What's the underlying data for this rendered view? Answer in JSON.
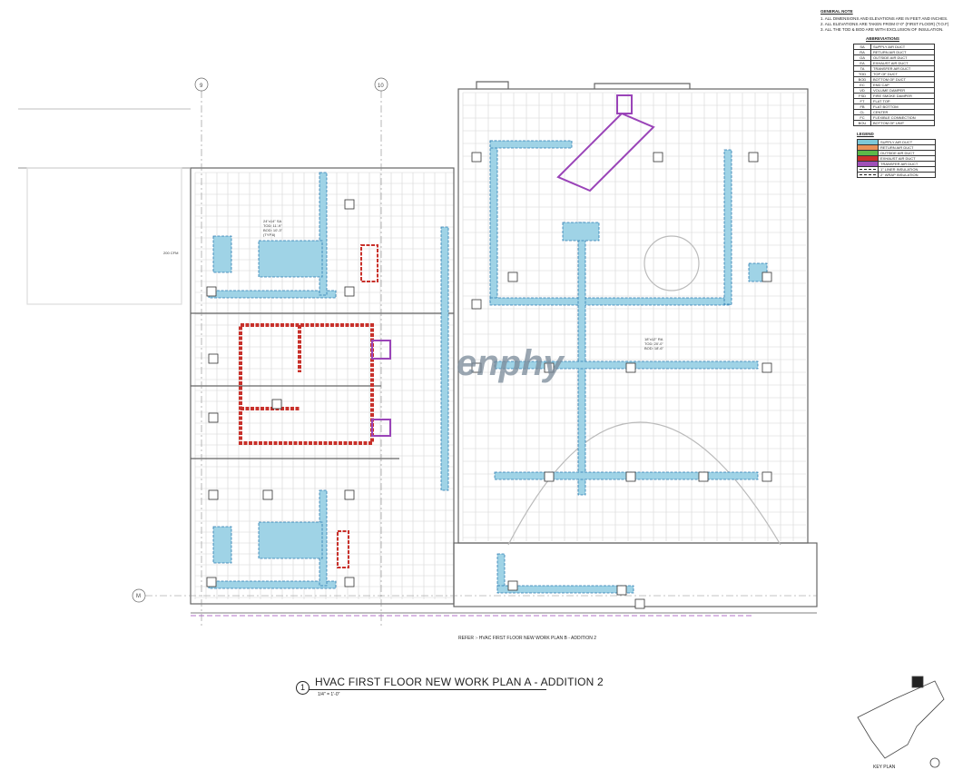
{
  "general_notes": {
    "heading": "GENERAL NOTE",
    "items": [
      "1. ALL DIMENSIONS AND ELEVATIONS ARE IN FEET AND INCHES.",
      "2. ALL ELEVATIONS ARE TAKEN FROM 0'-0\" (FIRST FLOOR) (T.O.F)",
      "3. ALL THE TOD & BOD ARE WITH EXCLUSION OF INSULATION."
    ]
  },
  "abbreviations": {
    "heading": "ABBREVIATIONS",
    "rows": [
      {
        "code": "SA",
        "desc": "SUPPLY AIR DUCT"
      },
      {
        "code": "RA",
        "desc": "RETURN AIR DUCT"
      },
      {
        "code": "OA",
        "desc": "OUTSIDE AIR DUCT"
      },
      {
        "code": "EA",
        "desc": "EXHAUST AIR DUCT"
      },
      {
        "code": "TA",
        "desc": "TRANSFER AIR DUCT"
      },
      {
        "code": "TOD",
        "desc": "TOP OF DUCT"
      },
      {
        "code": "BOD",
        "desc": "BOTTOM OF DUCT"
      },
      {
        "code": "EC",
        "desc": "END CAP"
      },
      {
        "code": "VD",
        "desc": "VOLUME DAMPER"
      },
      {
        "code": "FSD",
        "desc": "FIRE SMOKE DAMPER"
      },
      {
        "code": "FT",
        "desc": "FLAT TOP"
      },
      {
        "code": "FB",
        "desc": "FLAT BOTTOM"
      },
      {
        "code": "CL",
        "desc": "CENTER"
      },
      {
        "code": "FC",
        "desc": "FLEXIBLE CONNECTION"
      },
      {
        "code": "BOU",
        "desc": "BOTTOM OF UNIT"
      }
    ]
  },
  "legend": {
    "heading": "LEGEND",
    "rows": [
      {
        "label": "SUPPLY AIR DUCT",
        "color": "#7ec8d8"
      },
      {
        "label": "RETURN AIR DUCT",
        "color": "#e8925a"
      },
      {
        "label": "OUTSIDE AIR DUCT",
        "color": "#5cb84a"
      },
      {
        "label": "EXHAUST AIR DUCT",
        "color": "#c8302a"
      },
      {
        "label": "TRANSFER AIR DUCT",
        "color": "#a050b8"
      },
      {
        "label": "1\" LINER INSULATION",
        "color": "dash"
      },
      {
        "label": "2\" WRAP INSULATION",
        "color": "dash"
      }
    ]
  },
  "grid_bubbles": {
    "g9": "9",
    "g10": "10",
    "gM": "M"
  },
  "title": {
    "number": "1",
    "text": "HVAC FIRST FLOOR NEW WORK PLAN A - ADDITION 2",
    "scale": "1/4\" = 1'-0\""
  },
  "refer_note": "REFER :- HVAC FIRST FLOOR NEW WORK PLAN B - ADDITION 2",
  "key_plan_label": "KEY PLAN",
  "watermark": "enphy",
  "tags": {
    "t1": "24\"x14\" SA",
    "t2": "TOD: 11'-9\"",
    "t3": "BOD: 10'-3\"",
    "t4": "(TYP.6)",
    "t5": "200 CFM",
    "t6": "18\"x12\" RA",
    "t7": "TOD: 20'-0\"",
    "t8": "BOD: 18'-6\""
  },
  "colors": {
    "supply": "#4aa8d0",
    "exhaust": "#c8302a",
    "transfer": "#9a44b8",
    "wall": "#555",
    "grid": "#cfcfcf"
  }
}
